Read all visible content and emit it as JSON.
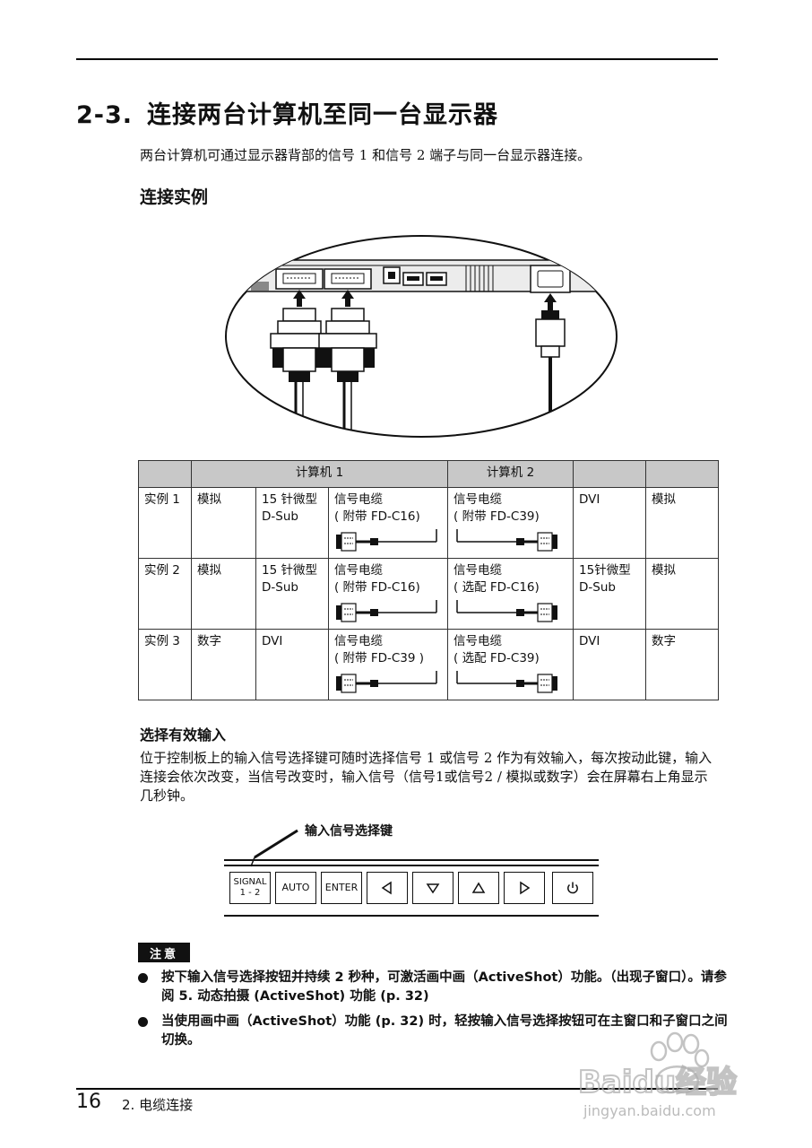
{
  "header": {
    "number": "2-3.",
    "title": "连接两台计算机至同一台显示器"
  },
  "intro": "两台计算机可通过显示器背部的信号 1 和信号 2 端子与同一台显示器连接。",
  "example_heading": "连接实例",
  "table": {
    "headers": [
      "",
      "计算机 1",
      "计算机 2",
      "",
      ""
    ],
    "rows": [
      {
        "example": "实例 1",
        "pc1_type": "模拟",
        "pc1_connector": "15 针微型\nD-Sub",
        "cable1": "信号电缆\n( 附带 FD-C16)",
        "cable2": "信号电缆\n( 附带 FD-C39)",
        "pc2_connector": "DVI",
        "pc2_type": "模拟"
      },
      {
        "example": "实例 2",
        "pc1_type": "模拟",
        "pc1_connector": "15 针微型\nD-Sub",
        "cable1": "信号电缆\n( 附带 FD-C16)",
        "cable2": "信号电缆\n( 选配 FD-C16)",
        "pc2_connector": "15针微型\nD-Sub",
        "pc2_type": "模拟"
      },
      {
        "example": "实例 3",
        "pc1_type": "数字",
        "pc1_connector": "DVI",
        "cable1": "信号电缆\n( 附带 FD-C39 )",
        "cable2": "信号电缆\n( 选配 FD-C39)",
        "pc2_connector": "DVI",
        "pc2_type": "数字"
      }
    ]
  },
  "select_heading": "选择有效输入",
  "select_desc": "位于控制板上的输入信号选择键可随时选择信号 1 或信号 2 作为有效输入，每次按动此键，输入连接会依次改变，当信号改变时，输入信号（信号1或信号2 / 模拟或数字）会在屏幕右上角显示几秒钟。",
  "key_label": "输入信号选择键",
  "panel_keys": {
    "signal_line1": "SIGNAL",
    "signal_line2": "1 - 2",
    "auto": "AUTO",
    "enter": "ENTER",
    "icons": [
      "left-arrow-icon",
      "down-arrow-icon",
      "up-arrow-icon",
      "right-arrow-icon",
      "power-icon"
    ]
  },
  "note_badge": "注意",
  "notes": [
    "按下输入信号选择按钮并持续 2 秒种，可激活画中画（ActiveShot）功能。（出现子窗口）。请参阅 5. 动态拍摄 (ActiveShot) 功能 (p. 32)",
    "当使用画中画（ActiveShot）功能 (p. 32) 时，轻按输入信号选择按钮可在主窗口和子窗口之间切换。"
  ],
  "footer": {
    "page_number": "16",
    "chapter": "2. 电缆连接"
  },
  "watermark": {
    "brand": "Baidu经验",
    "url": "jingyan.baidu.com"
  }
}
